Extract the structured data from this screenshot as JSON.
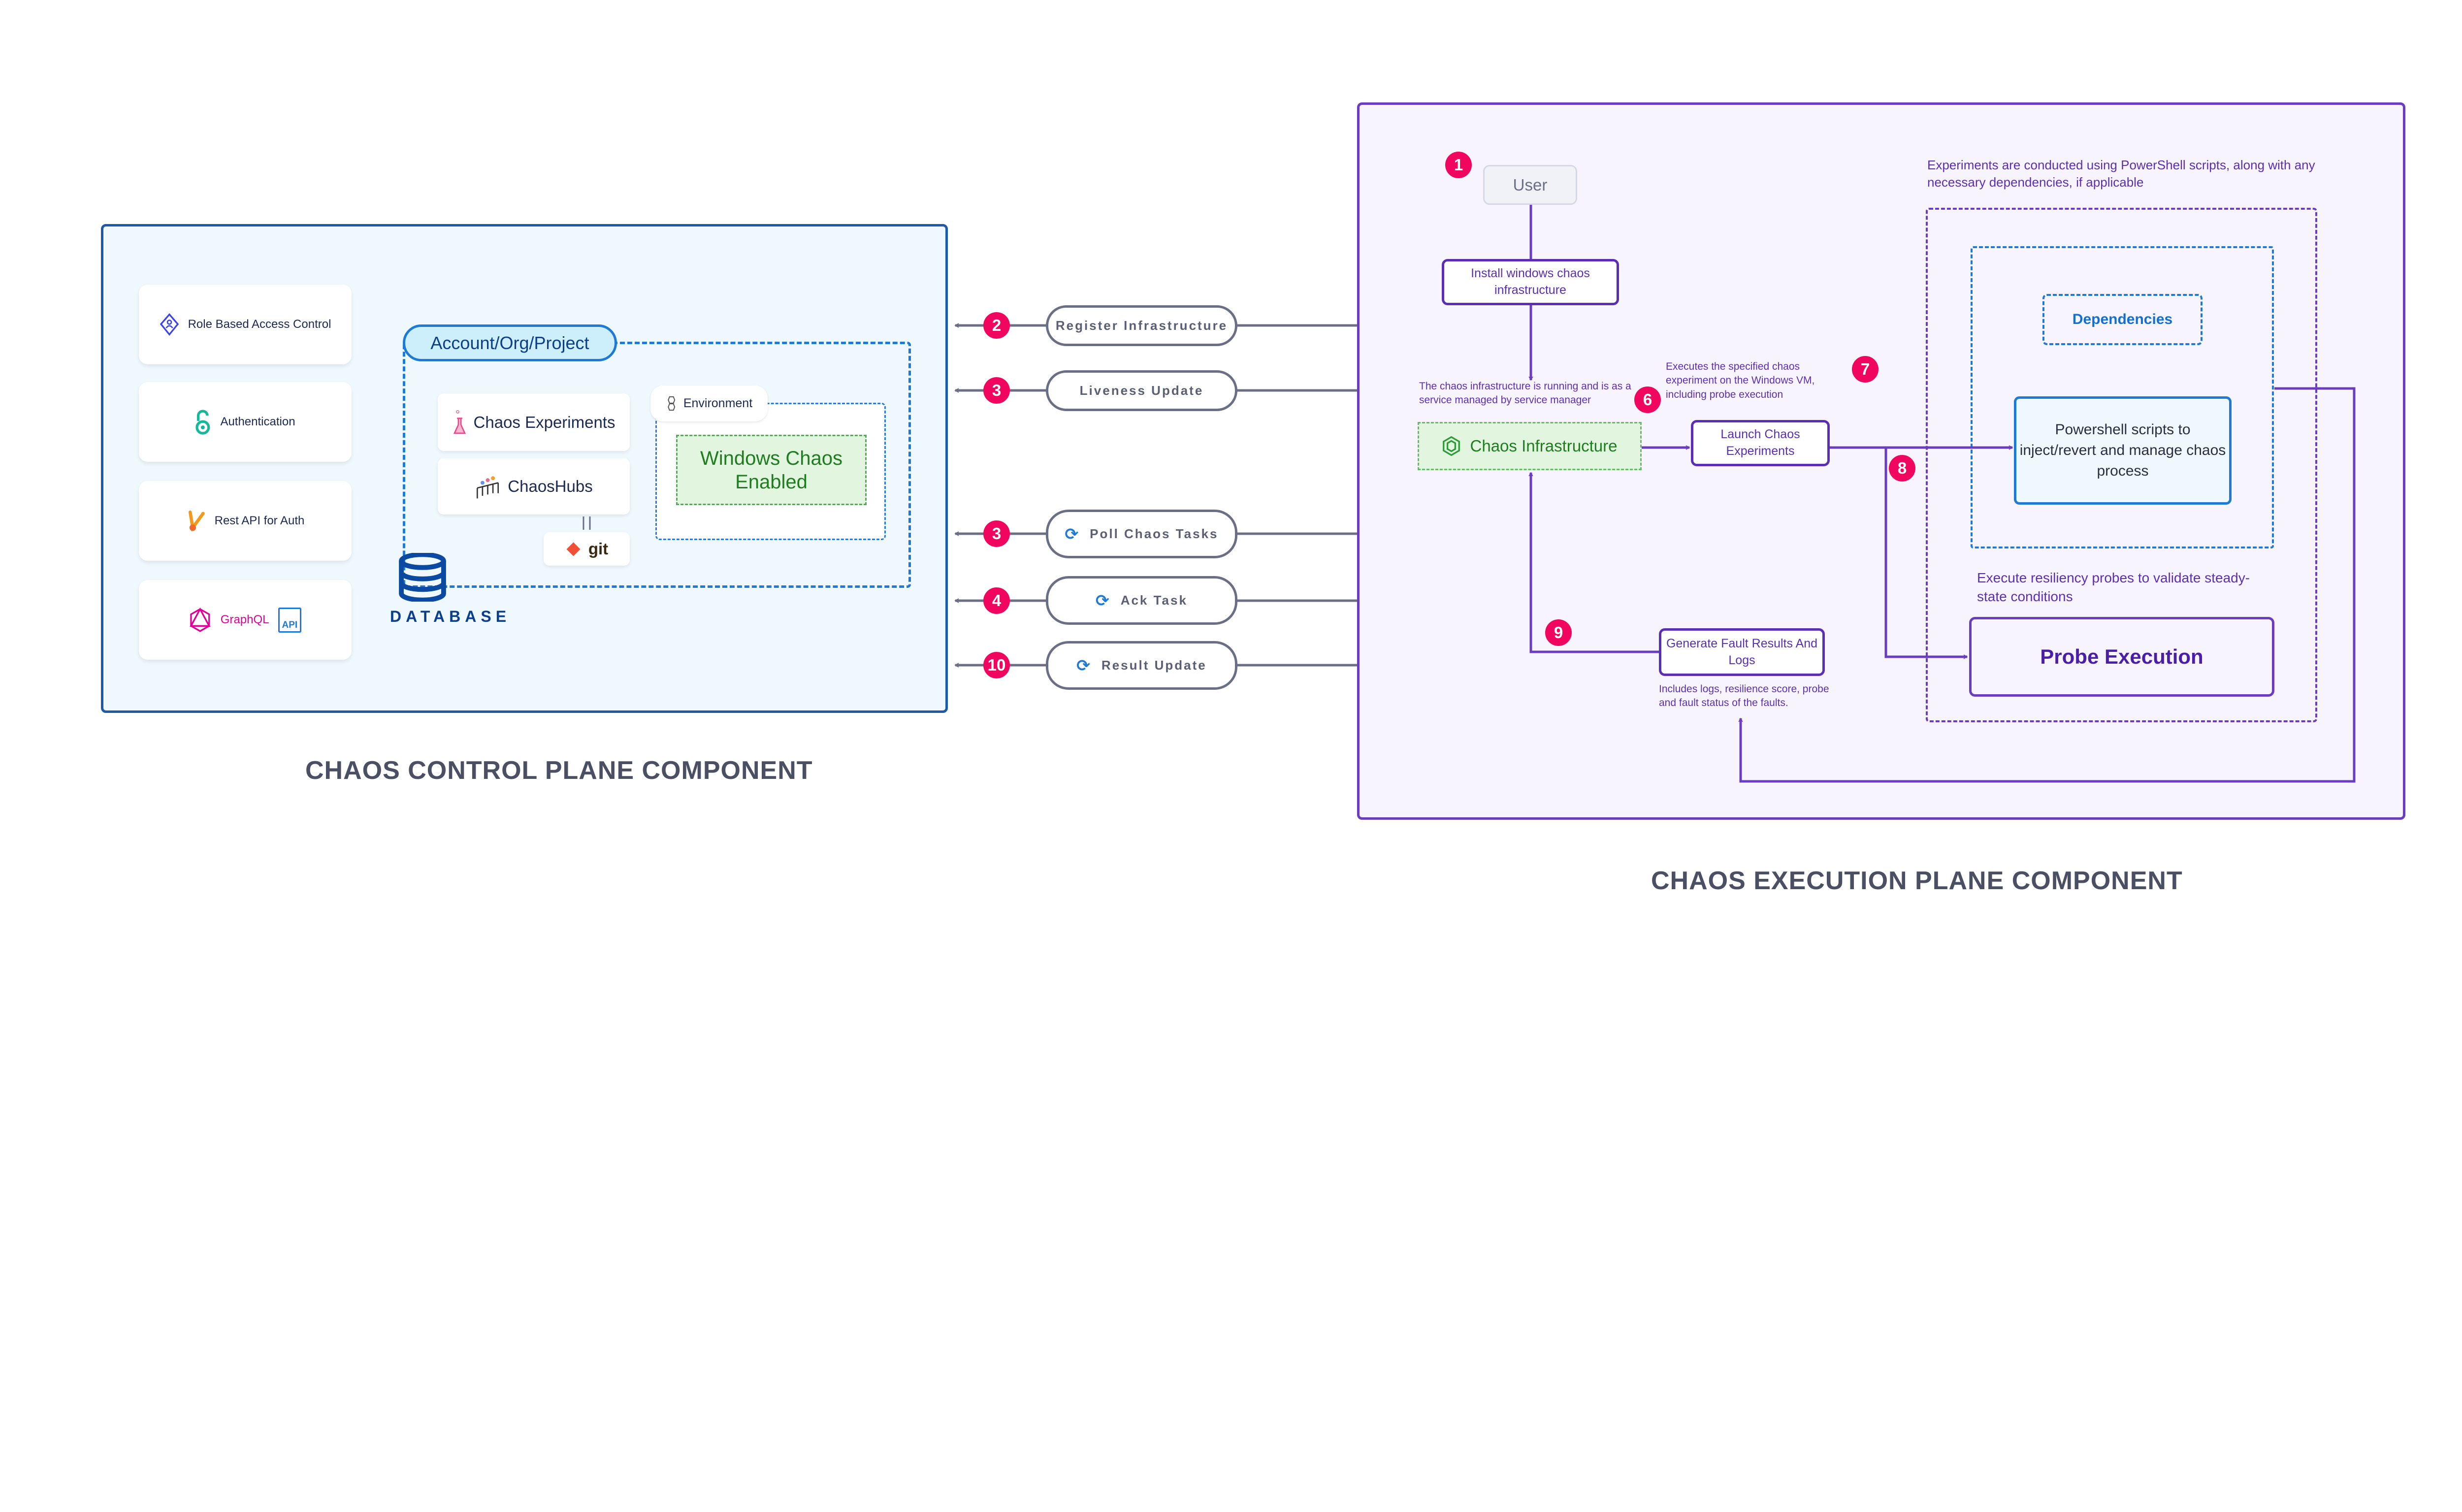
{
  "control_plane": {
    "heading": "CHAOS CONTROL PLANE COMPONENT",
    "features": [
      {
        "label": "Role Based Access Control",
        "icon": "rbac-icon"
      },
      {
        "label": "Authentication",
        "icon": "lock-icon"
      },
      {
        "label": "Rest API for Auth",
        "icon": "api-icon"
      },
      {
        "label": "GraphQL",
        "icon": "graphql-icon",
        "extra": "API"
      }
    ],
    "account": "Account/Org/Project",
    "chaos_experiments": "Chaos Experiments",
    "chaoshubs": "ChaosHubs",
    "git": "git",
    "environment": "Environment",
    "windows_chaos": "Windows Chaos Enabled",
    "database": "DATABASE"
  },
  "links": [
    {
      "badge": "2",
      "label": "Register Infrastructure",
      "sync": false
    },
    {
      "badge": "3",
      "label": "Liveness Update",
      "sync": false
    },
    {
      "badge": "3",
      "label": "Poll Chaos Tasks",
      "sync": true
    },
    {
      "badge": "4",
      "label": "Ack Task",
      "sync": true
    },
    {
      "badge": "10",
      "label": "Result Update",
      "sync": true
    }
  ],
  "execution_plane": {
    "heading": "CHAOS EXECUTION PLANE COMPONENT",
    "user": {
      "badge": "1",
      "label": "User"
    },
    "install": "Install windows chaos infrastructure",
    "infra_note": "The chaos infrastructure is running and is as a service managed by service manager",
    "infra_badge": "6",
    "infra": "Chaos Infrastructure",
    "launch_note": "Executes the specified chaos experiment on the Windows VM, including probe execution",
    "launch_badge": "7",
    "launch": "Launch Chaos Experiments",
    "probe_badge": "8",
    "experiments_note": "Experiments are conducted using PowerShell scripts, along with any necessary dependencies, if applicable",
    "dependencies": "Dependencies",
    "powershell": "Powershell scripts to inject/revert and manage chaos process",
    "probe_note": "Execute resiliency probes to validate steady-state conditions",
    "probe": "Probe Execution",
    "generate_badge": "9",
    "generate": "Generate Fault Results And Logs",
    "generate_note": "Includes logs, resilience score, probe and fault status of the faults."
  },
  "colors": {
    "badge": "#f0055f",
    "control_border": "#1e5aa8",
    "execution_border": "#6a3dbf",
    "link_line": "#6b6f85"
  }
}
